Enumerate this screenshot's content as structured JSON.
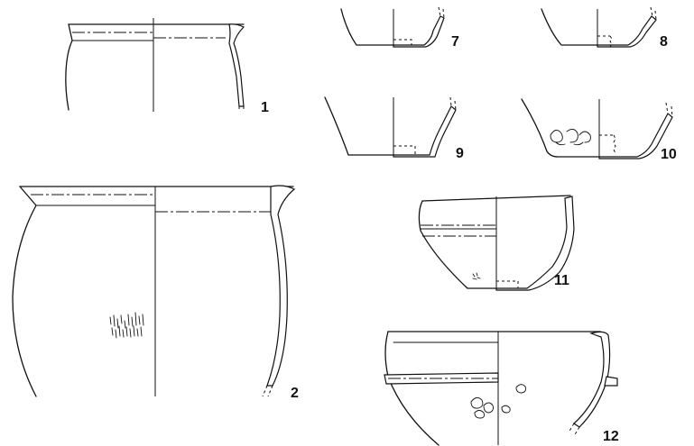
{
  "figure": {
    "background": "#ffffff",
    "ink": "#111111",
    "vessels": [
      {
        "id": "1",
        "label": "1"
      },
      {
        "id": "2",
        "label": "2"
      },
      {
        "id": "7",
        "label": "7"
      },
      {
        "id": "8",
        "label": "8"
      },
      {
        "id": "9",
        "label": "9"
      },
      {
        "id": "10",
        "label": "10"
      },
      {
        "id": "11",
        "label": "11"
      },
      {
        "id": "12",
        "label": "12"
      }
    ]
  }
}
